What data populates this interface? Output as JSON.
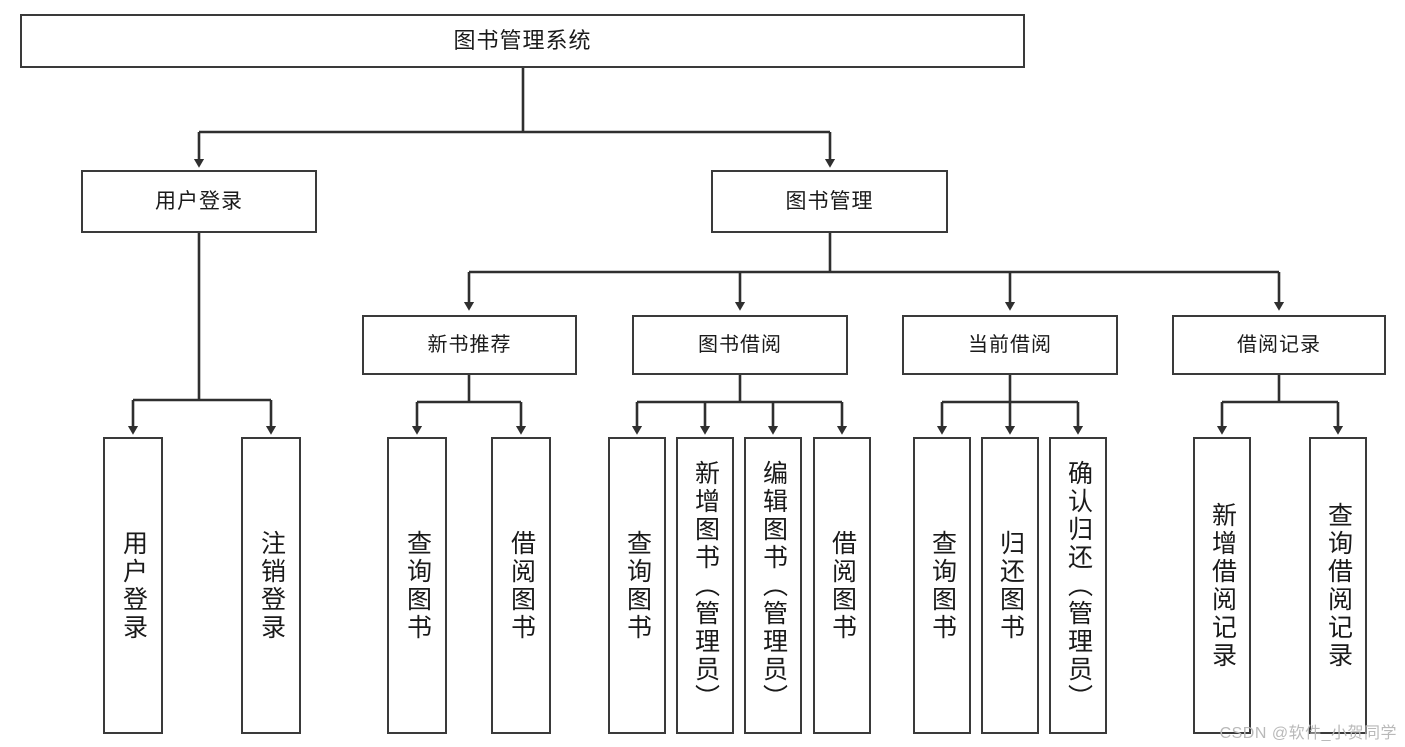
{
  "diagram": {
    "title": "图书管理系统",
    "type": "hierarchy-tree",
    "watermark": "CSDN @软件_小贺同学",
    "colors": {
      "box_stroke": "#3a3a3a",
      "box_fill": "#ffffff",
      "connector": "#2f2f2f",
      "text": "#1a1a1a",
      "watermark": "#b9b9b9"
    },
    "root": {
      "label": "图书管理系统"
    },
    "level2": [
      {
        "label": "用户登录"
      },
      {
        "label": "图书管理"
      }
    ],
    "level3": [
      {
        "label": "新书推荐"
      },
      {
        "label": "图书借阅"
      },
      {
        "label": "当前借阅"
      },
      {
        "label": "借阅记录"
      }
    ],
    "leaves": {
      "user_login": [
        {
          "label": "用户登录"
        },
        {
          "label": "注销登录"
        }
      ],
      "new_book": [
        {
          "label": "查询图书"
        },
        {
          "label": "借阅图书"
        }
      ],
      "borrow_book": [
        {
          "label": "查询图书"
        },
        {
          "label": "新增图书（管理员）"
        },
        {
          "label": "编辑图书（管理员）"
        },
        {
          "label": "借阅图书"
        }
      ],
      "current_borrow": [
        {
          "label": "查询图书"
        },
        {
          "label": "归还图书"
        },
        {
          "label": "确认归还（管理员）"
        }
      ],
      "borrow_record": [
        {
          "label": "新增借阅记录"
        },
        {
          "label": "查询借阅记录"
        }
      ]
    }
  }
}
